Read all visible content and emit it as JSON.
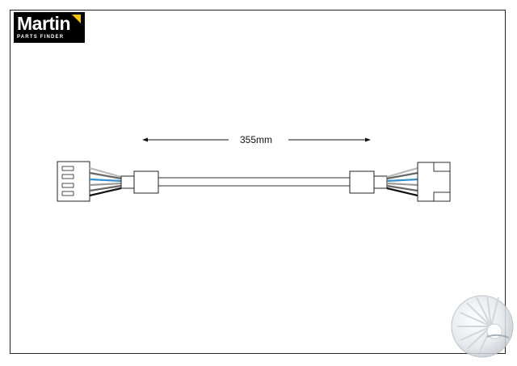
{
  "logo": {
    "brand": "Martin",
    "tagline": "PARTS FINDER",
    "accent_color": "#f5c000"
  },
  "drawing": {
    "dimension_label": "355mm",
    "wire_colors": [
      "#b9b9b9",
      "#ffffff",
      "#2f8fd0",
      "#9a9a9a",
      "#111111"
    ],
    "watermark_icon": "sun-rays-globe-icon"
  }
}
